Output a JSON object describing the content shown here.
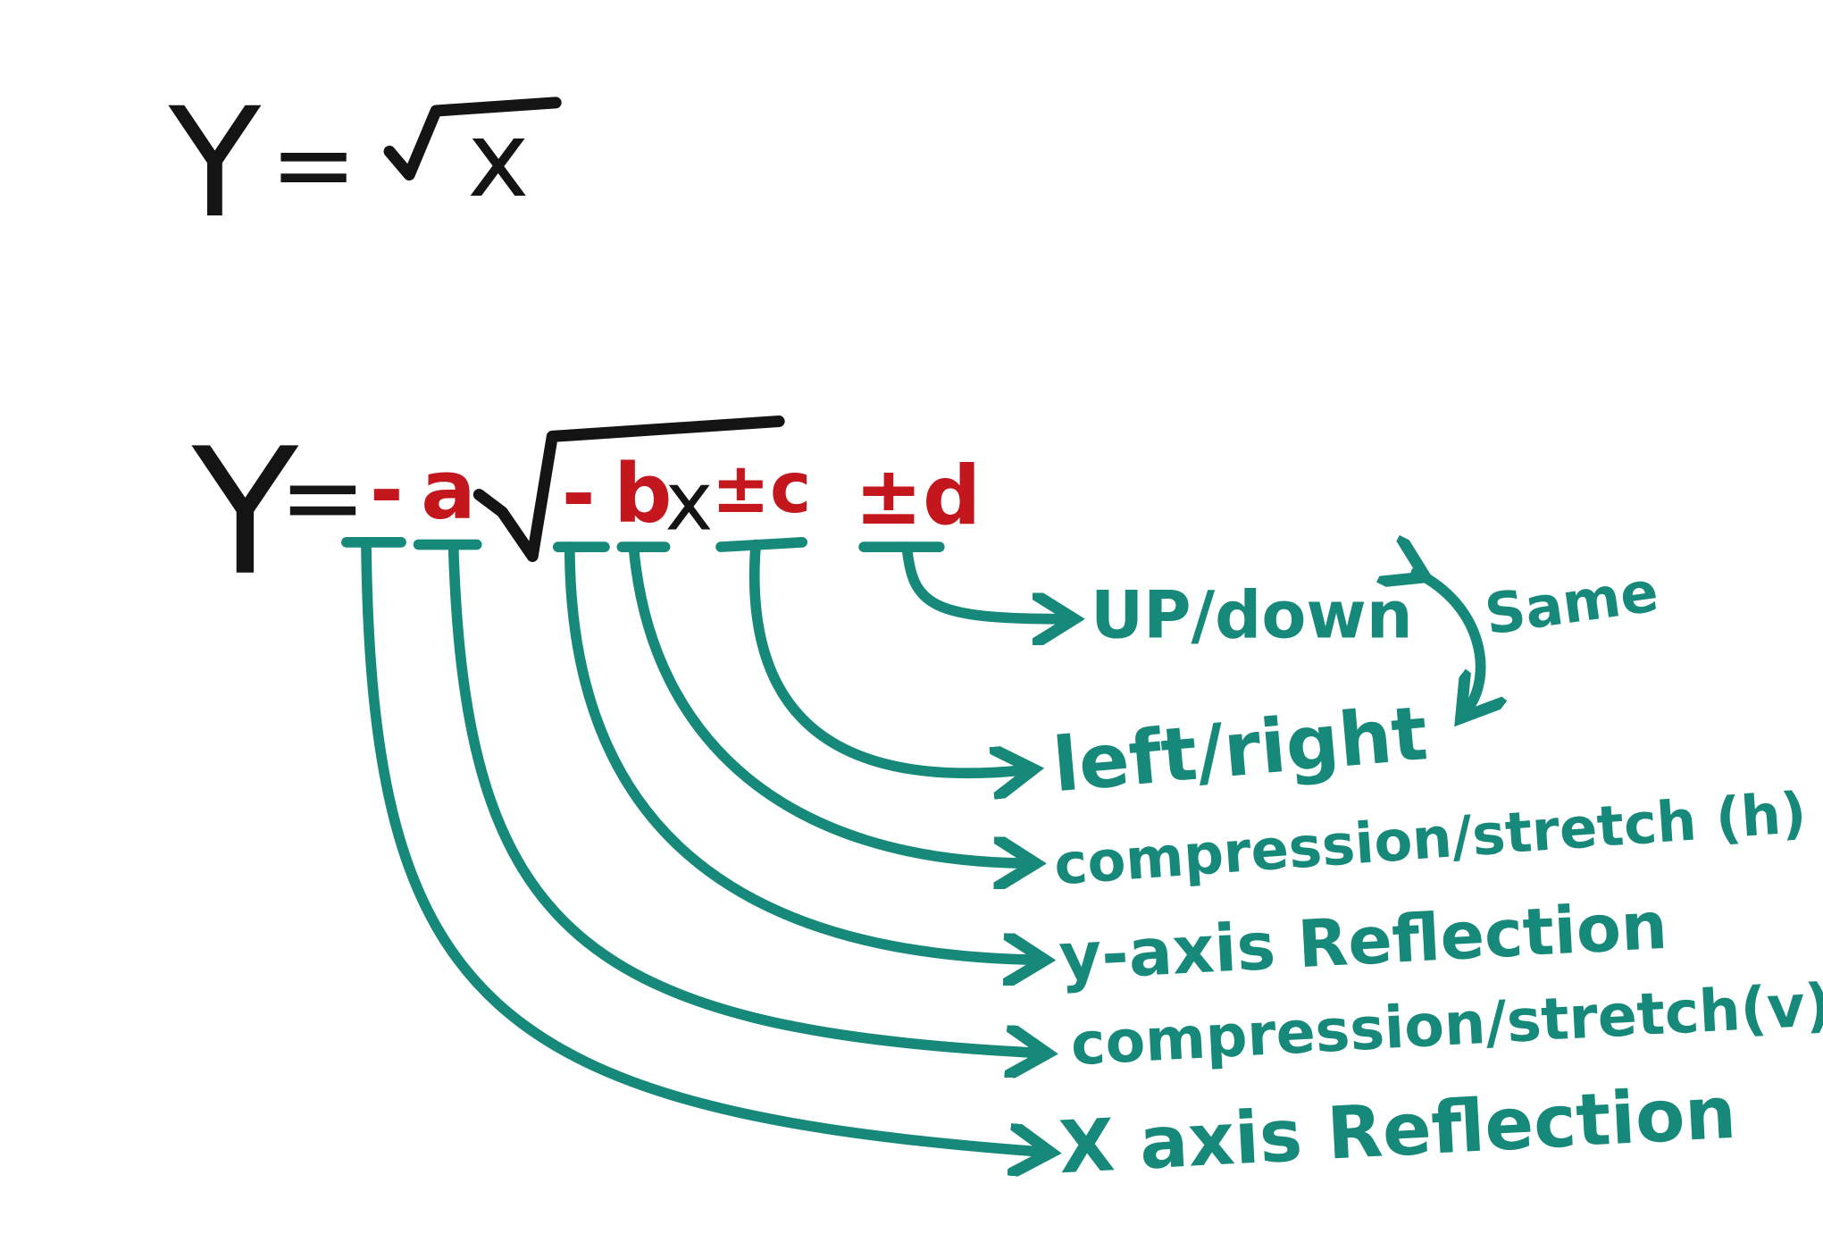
{
  "equations": {
    "parent": {
      "y": "Y",
      "eq": "=",
      "radicand": "x"
    },
    "transformed": {
      "y": "Y",
      "eq": "=",
      "neg_a": "-",
      "a": "a",
      "neg_b": "-",
      "b": "b",
      "x": "x",
      "pm_c": "±c",
      "pm_d": "±d"
    }
  },
  "labels": {
    "up_down": "UP/down",
    "same": "Same",
    "left_right": "left/right",
    "compression_h": "compression/stretch (h)",
    "y_reflection": "y-axis Reflection",
    "compression_v": "compression/stretch(v)",
    "x_reflection": "X axis Reflection"
  },
  "colors": {
    "ink": "#141414",
    "parameter": "#c3161d",
    "annotation": "#17897a"
  }
}
